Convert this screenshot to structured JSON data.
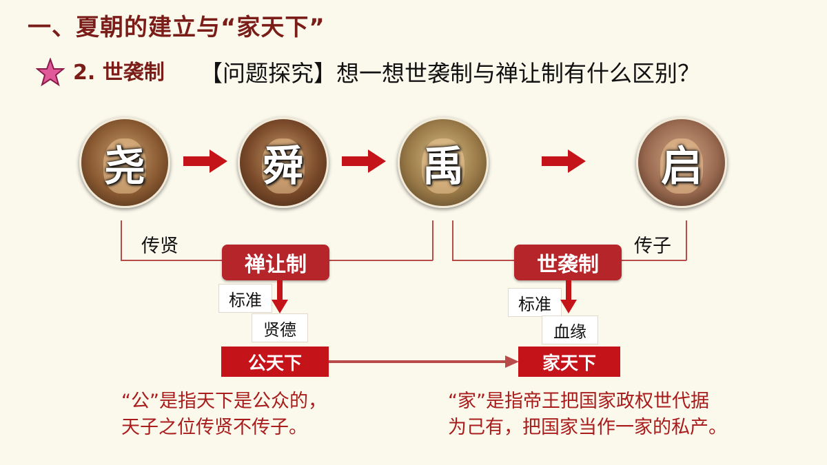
{
  "title": "一、夏朝的建立与“家天下”",
  "subtitle": "2. 世袭制",
  "question": "【问题探究】想一想世袭制与禅让制有什么区别？",
  "rulers": [
    {
      "name": "尧"
    },
    {
      "name": "舜"
    },
    {
      "name": "禹"
    },
    {
      "name": "启"
    }
  ],
  "left": {
    "pass_label": "传贤",
    "system": "禅让制",
    "standard_label": "标准",
    "standard_value": "贤德",
    "result": "公天下",
    "desc_line1": "“公”是指天下是公众的，",
    "desc_line2": "天子之位传贤不传子。"
  },
  "right": {
    "pass_label": "传子",
    "system": "世袭制",
    "standard_label": "标准",
    "standard_value": "血缘",
    "result": "家天下",
    "desc_line1": "“家”是指帝王把国家政权世代据",
    "desc_line2": "为己有，把国家当作一家的私产。"
  },
  "colors": {
    "title": "#7a1c18",
    "accent_red": "#c4141a",
    "pill_red": "#b5252a",
    "line_red": "#b84a4a",
    "desc_red": "#a81c1c",
    "background": "#fbf8ec"
  },
  "icons": {
    "star": "star-icon",
    "arrow": "arrow-right-icon"
  }
}
